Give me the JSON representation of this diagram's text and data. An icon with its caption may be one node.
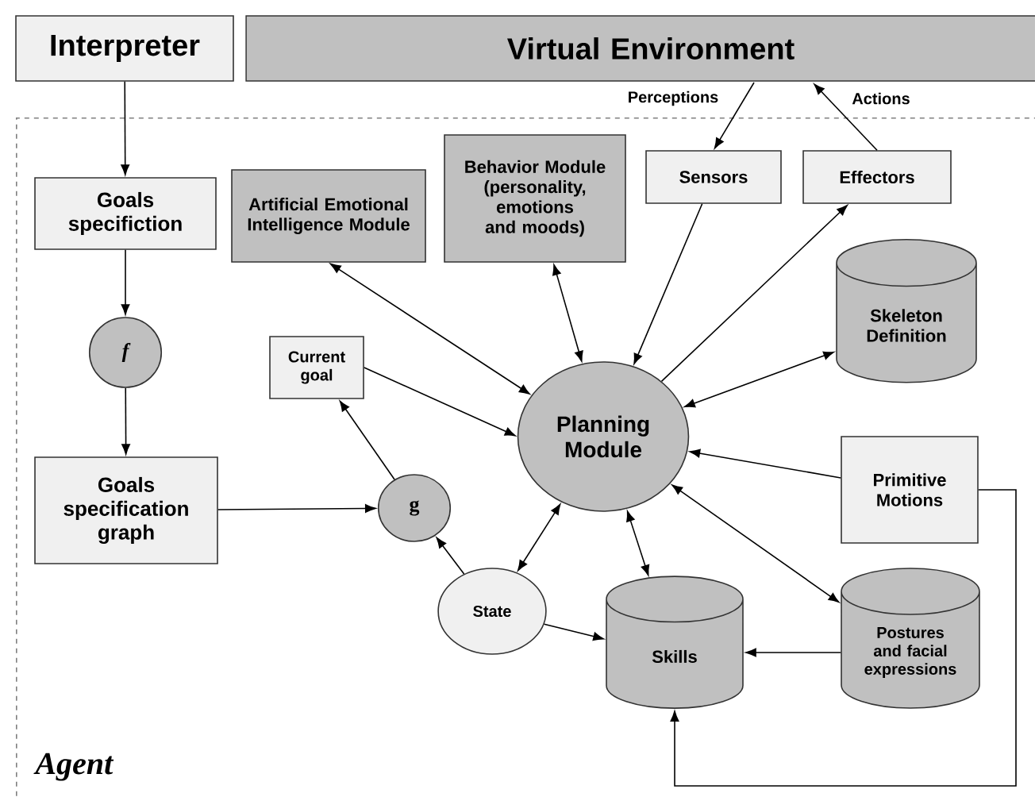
{
  "diagram": {
    "nodes": [
      {
        "text": [
          "Interpreter"
        ]
      },
      {
        "text": [
          "Virtual Environment"
        ]
      },
      {
        "text": [
          "Agent"
        ]
      },
      {
        "text": [
          "Goals specifiction"
        ],
        "in": 2
      },
      {
        "text": [
          "Artificial Emotional Intelligence Module"
        ],
        "in": 2
      },
      {
        "text": [
          "Behavior Module (personality, emotions and moods)"
        ],
        "in": 2
      },
      {
        "text": [
          "Sensors"
        ],
        "in": 2
      },
      {
        "text": [
          "Effectors"
        ],
        "in": 2
      },
      {
        "text": [
          "Skeleton Definition"
        ],
        "in": 2
      },
      {
        "text": [
          "f"
        ],
        "in": 2
      },
      {
        "text": [
          "Current goal"
        ],
        "in": 2
      },
      {
        "text": [
          "Planning Module"
        ],
        "in": 2
      },
      {
        "text": [
          "Goals specification graph"
        ],
        "in": 2
      },
      {
        "text": [
          "g"
        ],
        "in": 2
      },
      {
        "text": [
          "Primitive Motions"
        ],
        "in": 2
      },
      {
        "text": [
          "State"
        ],
        "in": 2
      },
      {
        "text": [
          "Skills"
        ],
        "in": 2
      },
      {
        "text": [
          "Postures and facial expressions"
        ],
        "in": 2
      }
    ],
    "edges": [
      {
        "from": 0,
        "to": 3,
        "arrow": "to"
      },
      {
        "from": 1,
        "to": 6,
        "arrow": "to",
        "label": "Perceptions"
      },
      {
        "from": 7,
        "to": 1,
        "arrow": "to",
        "label": "Actions"
      },
      {
        "from": 3,
        "to": 9,
        "arrow": "to"
      },
      {
        "from": 9,
        "to": 12,
        "arrow": "to"
      },
      {
        "from": 4,
        "to": 11,
        "arrow": "both"
      },
      {
        "from": 5,
        "to": 11,
        "arrow": "both"
      },
      {
        "from": 6,
        "to": 11,
        "arrow": "to"
      },
      {
        "from": 11,
        "to": 7,
        "arrow": "to"
      },
      {
        "from": 8,
        "to": 11,
        "arrow": "both"
      },
      {
        "from": 10,
        "to": 11,
        "arrow": "to"
      },
      {
        "from": 13,
        "to": 10,
        "arrow": "to"
      },
      {
        "from": 12,
        "to": 13,
        "arrow": "to"
      },
      {
        "from": 15,
        "to": 13,
        "arrow": "to"
      },
      {
        "from": 11,
        "to": 15,
        "arrow": "both"
      },
      {
        "from": 11,
        "to": 16,
        "arrow": "both"
      },
      {
        "from": 11,
        "to": 17,
        "arrow": "both"
      },
      {
        "from": 14,
        "to": 11,
        "arrow": "to"
      },
      {
        "from": 14,
        "to": 16,
        "arrow": "to"
      },
      {
        "from": 17,
        "to": 16,
        "arrow": "to"
      },
      {
        "from": 15,
        "to": 16,
        "arrow": "to"
      }
    ]
  }
}
